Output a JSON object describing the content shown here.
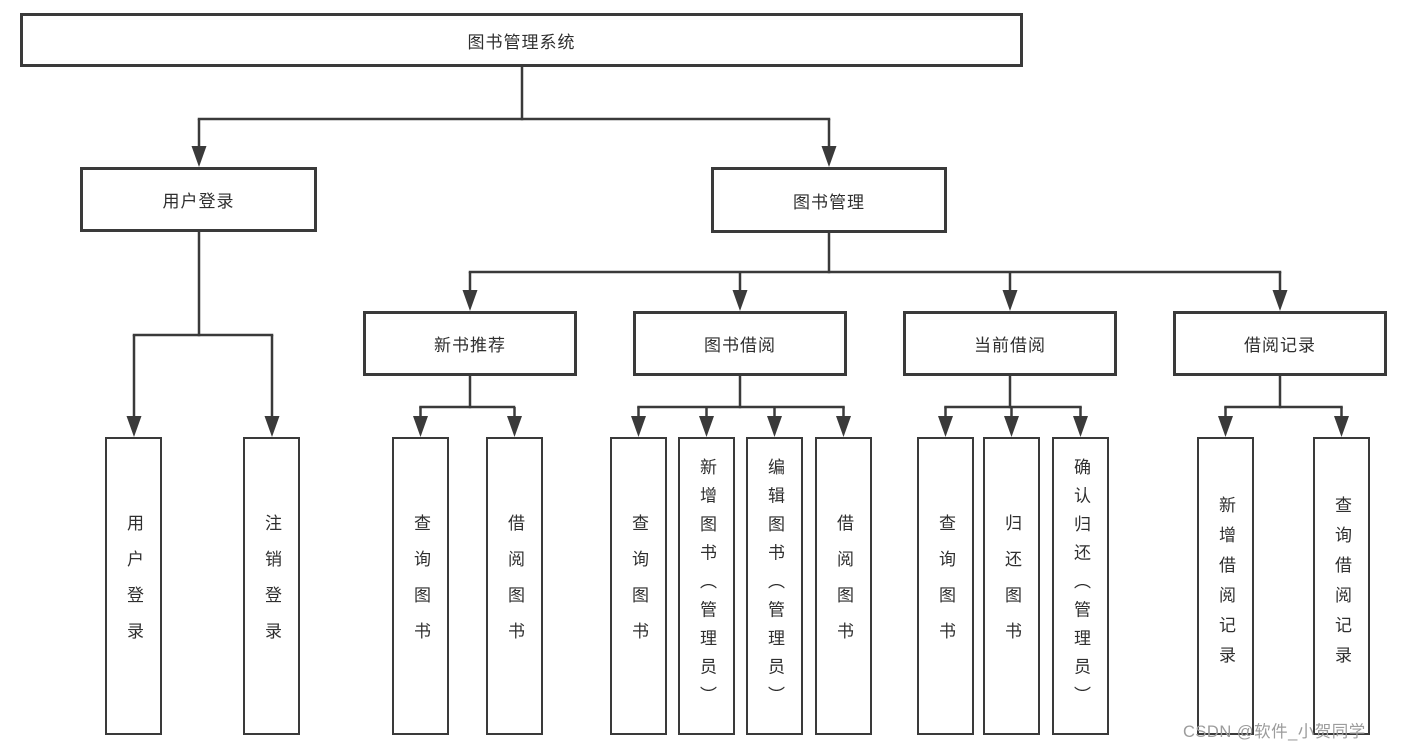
{
  "watermark": "CSDN @软件_小贺同学",
  "colors": {
    "line": "#3a3a3a",
    "box_border": "#3a3a3a",
    "text": "#2f2f2f",
    "watermark": "#9c9c9c",
    "background": "#ffffff"
  },
  "diagram": {
    "type": "tree",
    "root": {
      "label": "图书管理系统",
      "children": [
        {
          "label": "用户登录",
          "children": [
            {
              "label": "用户登录"
            },
            {
              "label": "注销登录"
            }
          ]
        },
        {
          "label": "图书管理",
          "children": [
            {
              "label": "新书推荐",
              "children": [
                {
                  "label": "查询图书"
                },
                {
                  "label": "借阅图书"
                }
              ]
            },
            {
              "label": "图书借阅",
              "children": [
                {
                  "label": "查询图书"
                },
                {
                  "label": "新增图书（管理员）"
                },
                {
                  "label": "编辑图书（管理员）"
                },
                {
                  "label": "借阅图书"
                }
              ]
            },
            {
              "label": "当前借阅",
              "children": [
                {
                  "label": "查询图书"
                },
                {
                  "label": "归还图书"
                },
                {
                  "label": "确认归还（管理员）"
                }
              ]
            },
            {
              "label": "借阅记录",
              "children": [
                {
                  "label": "新增借阅记录"
                },
                {
                  "label": "查询借阅记录"
                }
              ]
            }
          ]
        }
      ]
    }
  }
}
